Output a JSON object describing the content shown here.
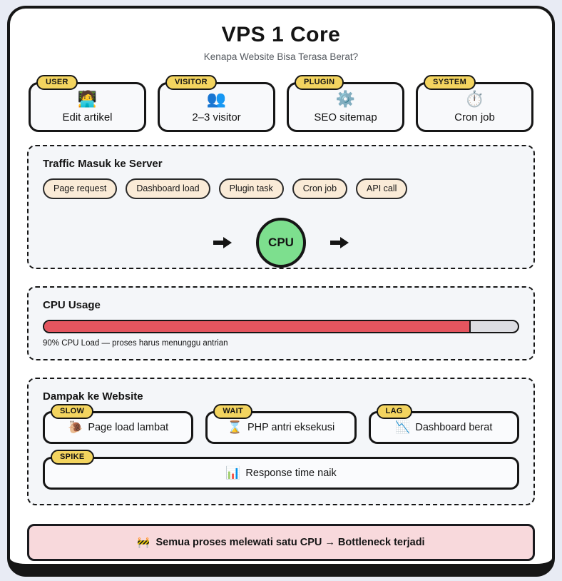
{
  "page": {
    "title": "VPS 1 Core",
    "subtitle": "Kenapa Website Bisa Terasa Berat?"
  },
  "sources": [
    {
      "badge": "USER",
      "icon": "🧑‍💻",
      "icon_name": "technologist-emoji",
      "label": "Edit artikel"
    },
    {
      "badge": "VISITOR",
      "icon": "👥",
      "icon_name": "busts-in-silhouette-emoji",
      "label": "2–3 visitor"
    },
    {
      "badge": "PLUGIN",
      "icon": "⚙️",
      "icon_name": "gear-emoji",
      "label": "SEO sitemap"
    },
    {
      "badge": "SYSTEM",
      "icon": "⏱️",
      "icon_name": "stopwatch-emoji",
      "label": "Cron job"
    }
  ],
  "traffic": {
    "heading": "Traffic Masuk ke Server",
    "pills": [
      "Page request",
      "Dashboard load",
      "Plugin task",
      "Cron job",
      "API call"
    ],
    "cpu_label": "CPU"
  },
  "cpu_usage": {
    "heading": "CPU Usage",
    "percent": 90,
    "caption": "90% CPU Load — proses harus menunggu antrian"
  },
  "impact": {
    "heading": "Dampak ke Website",
    "cards": [
      {
        "badge": "SLOW",
        "icon": "🐌",
        "icon_name": "snail-emoji",
        "label": "Page load lambat"
      },
      {
        "badge": "WAIT",
        "icon": "⌛",
        "icon_name": "hourglass-emoji",
        "label": "PHP antri eksekusi"
      },
      {
        "badge": "LAG",
        "icon": "📉",
        "icon_name": "chart-decreasing-emoji",
        "label": "Dashboard berat"
      }
    ],
    "wide_card": {
      "badge": "SPIKE",
      "icon": "📊",
      "icon_name": "bar-chart-emoji",
      "label": "Response time naik"
    }
  },
  "banner": {
    "icon": "🚧",
    "icon_name": "construction-emoji",
    "text": "Semua proses melewati satu CPU → Bottleneck terjadi"
  },
  "colors": {
    "page_background": "#e8ebf4",
    "card_background": "#ffffff",
    "outline": "#161616",
    "section_background": "#f4f6f9",
    "badge_yellow": "#f3d45f",
    "pill_cream": "#faebd7",
    "cpu_green": "#7ddf8e",
    "progress_red": "#e4555f",
    "progress_track": "#dcdde2",
    "banner_pink": "#f8d9dc"
  }
}
